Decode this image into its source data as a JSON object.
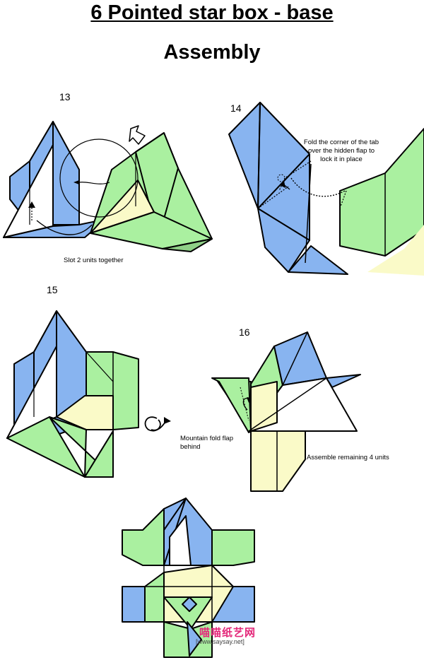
{
  "header": {
    "title": "6 Pointed star box - base",
    "subtitle": "Assembly"
  },
  "steps": {
    "s13": {
      "number": "13",
      "caption": "Slot 2 units together"
    },
    "s14": {
      "number": "14",
      "caption": "Fold the corner of the tab over the hidden flap to lock it in place"
    },
    "s15": {
      "number": "15"
    },
    "s16": {
      "number": "16",
      "caption_left": "Mountain fold flap behind",
      "caption_right": "Assemble remaining 4 units"
    }
  },
  "watermark": {
    "site_name": "喵喵纸艺网",
    "url": "[www.saysay.net]"
  },
  "colors": {
    "blue": "#88b4f0",
    "green": "#aaf0a0",
    "cream": "#fafac8",
    "white": "#ffffff",
    "line": "#000000"
  },
  "icons": [
    "turn-over-icon",
    "push-arrow-icon",
    "curved-arrow-icon",
    "mountain-fold-arrow-icon"
  ]
}
